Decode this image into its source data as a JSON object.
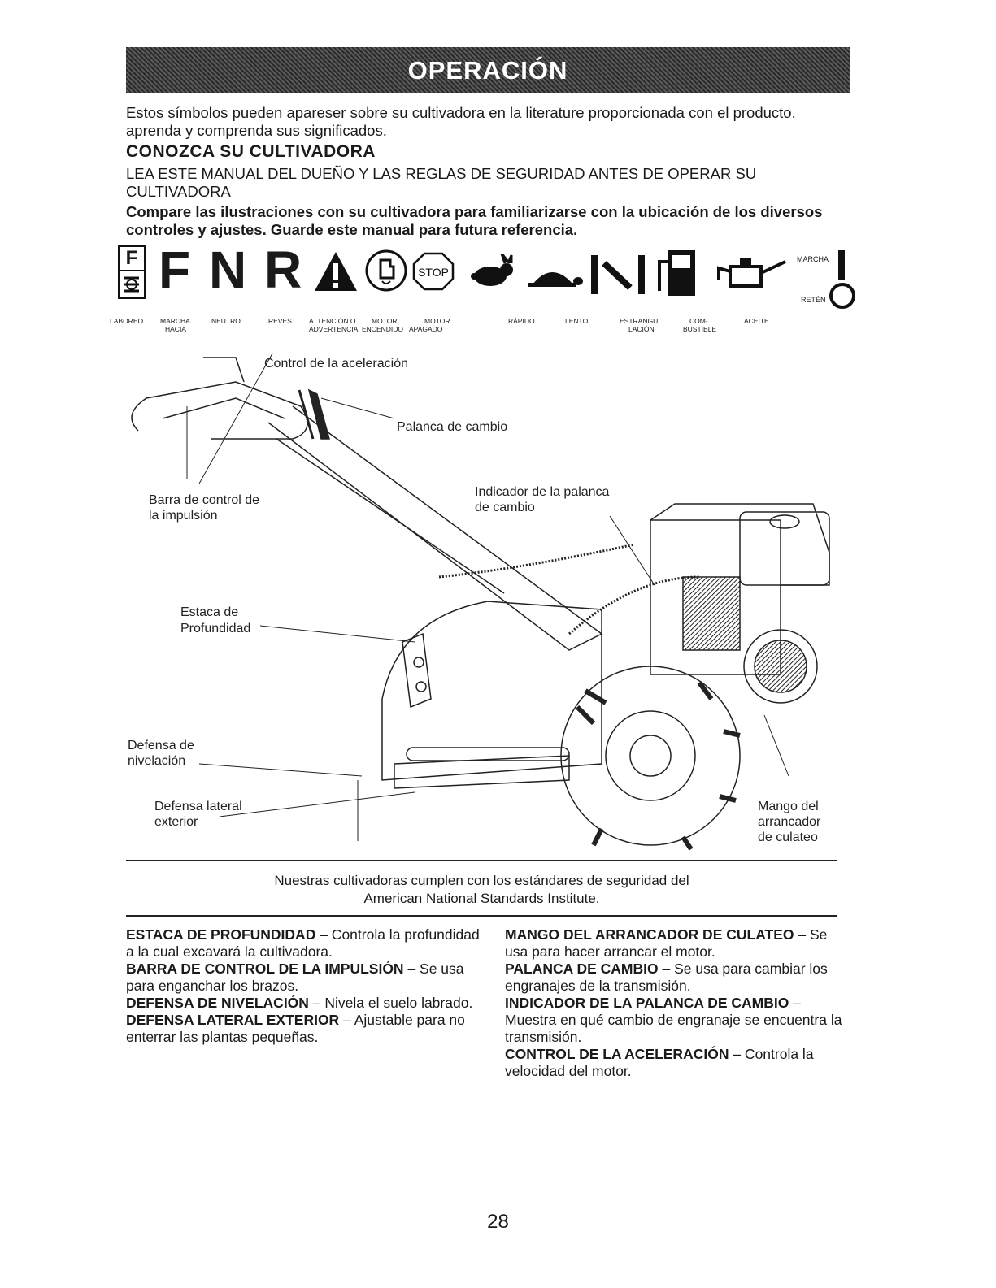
{
  "header": {
    "title": "OPERACIÓN"
  },
  "intro": "Estos símbolos pueden apareser sobre su cultivadora en la literature proporcionada con el producto. aprenda y comprenda sus significados.",
  "section_title": "CONOZCA SU CULTIVADORA",
  "manual_notice": "LEA ESTE MANUAL DEL DUEÑO Y LAS REGLAS DE SEGURIDAD ANTES DE OPERAR SU CULTIVADORA",
  "compare_notice": "Compare las ilustraciones con su cultivadora para familiarizarse con la ubicación de los diversos controles y ajustes. Guarde este manual para futura referencia.",
  "symbols": {
    "letters": {
      "f": "F",
      "n": "N",
      "r": "R",
      "box_f": "F"
    },
    "labels": {
      "laboreo": "LABOREO",
      "marcha_hacia_1": "MARCHA",
      "marcha_hacia_2": "HACIA",
      "neutro": "NEUTRO",
      "reves": "REVÉS",
      "atencion_1": "ATTENCIÓN O",
      "atencion_2": "ADVERTENCIA",
      "motor_enc_1": "MOTOR",
      "motor_enc_2": "ENCENDIDO",
      "motor_apa_1": "MOTOR",
      "motor_apa_2": "APAGADO",
      "rapido": "RÁPIDO",
      "lento": "LENTO",
      "estrang_1": "ESTRANGU",
      "estrang_2": "LACIÓN",
      "comb_1": "COM-",
      "comb_2": "BUSTIBLE",
      "aceite": "ACEITE",
      "marcha": "MARCHA",
      "reten": "RETÉN"
    },
    "stop_text": "STOP"
  },
  "callouts": {
    "control_aceleracion": "Control de la aceleración",
    "palanca_cambio": "Palanca de cambio",
    "barra_1": "Barra de control de",
    "barra_2": "la impulsión",
    "indicador_1": "Indicador de la palanca",
    "indicador_2": "de cambio",
    "estaca_1": "Estaca de",
    "estaca_2": "Profundidad",
    "defensa_niv_1": "Defensa de",
    "defensa_niv_2": "nivelación",
    "defensa_lat_1": "Defensa lateral",
    "defensa_lat_2": "exterior",
    "mango_1": "Mango del",
    "mango_2": "arrancador",
    "mango_3": "de culateo"
  },
  "standards_1": "Nuestras cultivadoras cumplen con los estándares de seguridad del",
  "standards_2": "American National Standards Institute.",
  "definitions_left": [
    {
      "term": "ESTACA DE PROFUNDIDAD",
      "text": " – Controla la profundidad a la cual excavará la cultivadora."
    },
    {
      "term": "BARRA DE CONTROL DE LA IMPULSIÓN",
      "text": " – Se usa para enganchar los brazos."
    },
    {
      "term": "DEFENSA DE NIVELACIÓN",
      "text": " – Nivela el suelo labrado."
    },
    {
      "term": "DEFENSA LATERAL EXTERIOR",
      "text": " – Ajustable para no enterrar las plantas pequeñas."
    }
  ],
  "definitions_right": [
    {
      "term": "MANGO DEL ARRANCADOR DE CULATEO",
      "text": " – Se usa para hacer arrancar el motor."
    },
    {
      "term": "PALANCA DE CAMBIO",
      "text": " – Se usa para cambiar los engranajes de la transmisión."
    },
    {
      "term": "INDICADOR DE LA PALANCA DE CAMBIO",
      "text": " – Muestra en qué cambio de engranaje se encuentra la transmisión."
    },
    {
      "term": "CONTROL DE LA ACELERACIÓN",
      "text": " – Controla la velocidad del motor."
    }
  ],
  "page_number": "28"
}
